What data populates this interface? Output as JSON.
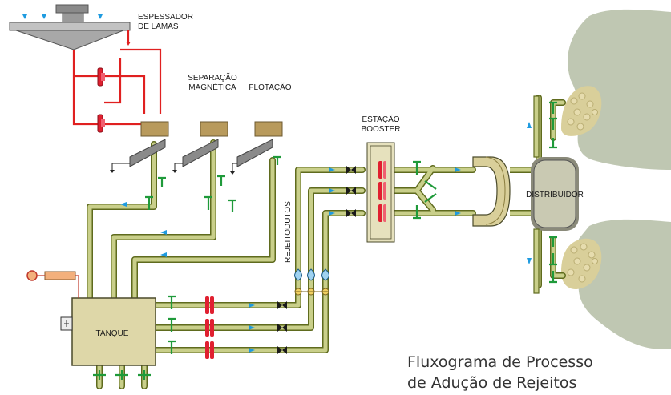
{
  "labels": {
    "espessador_1": "ESPESSADOR",
    "espessador_2": "DE LAMAS",
    "separacao_1": "SEPARAÇÃO",
    "separacao_2": "MAGNÉTICA",
    "flotacao": "FLOTAÇÃO",
    "estacao_1": "ESTAÇÃO",
    "estacao_2": "BOOSTER",
    "rejeitodutos": "REJEITODUTOS",
    "distribuidor": "DISTRIBUIDOR",
    "tanque": "TANQUE"
  },
  "caption": {
    "line1": "Fluxograma de Processo",
    "line2": "de Adução de Rejeitos"
  },
  "colors": {
    "pipe_fill": "#c9cf8a",
    "pipe_edge": "#5f6b1e",
    "tank_fill": "#ded7a8",
    "distrib_fill": "#c9c9b2",
    "red_line": "#e02020",
    "flow_arrow": "#1e9be0",
    "valve_green": "#1f9a3a",
    "pump_red": "#e02030",
    "dam_fill": "#bfc7b2"
  },
  "icons": {
    "flow": "blue-flow-arrow-icon",
    "valve": "green-valve-icon",
    "pump": "red-pump-icon",
    "gate": "gate-valve-icon"
  }
}
